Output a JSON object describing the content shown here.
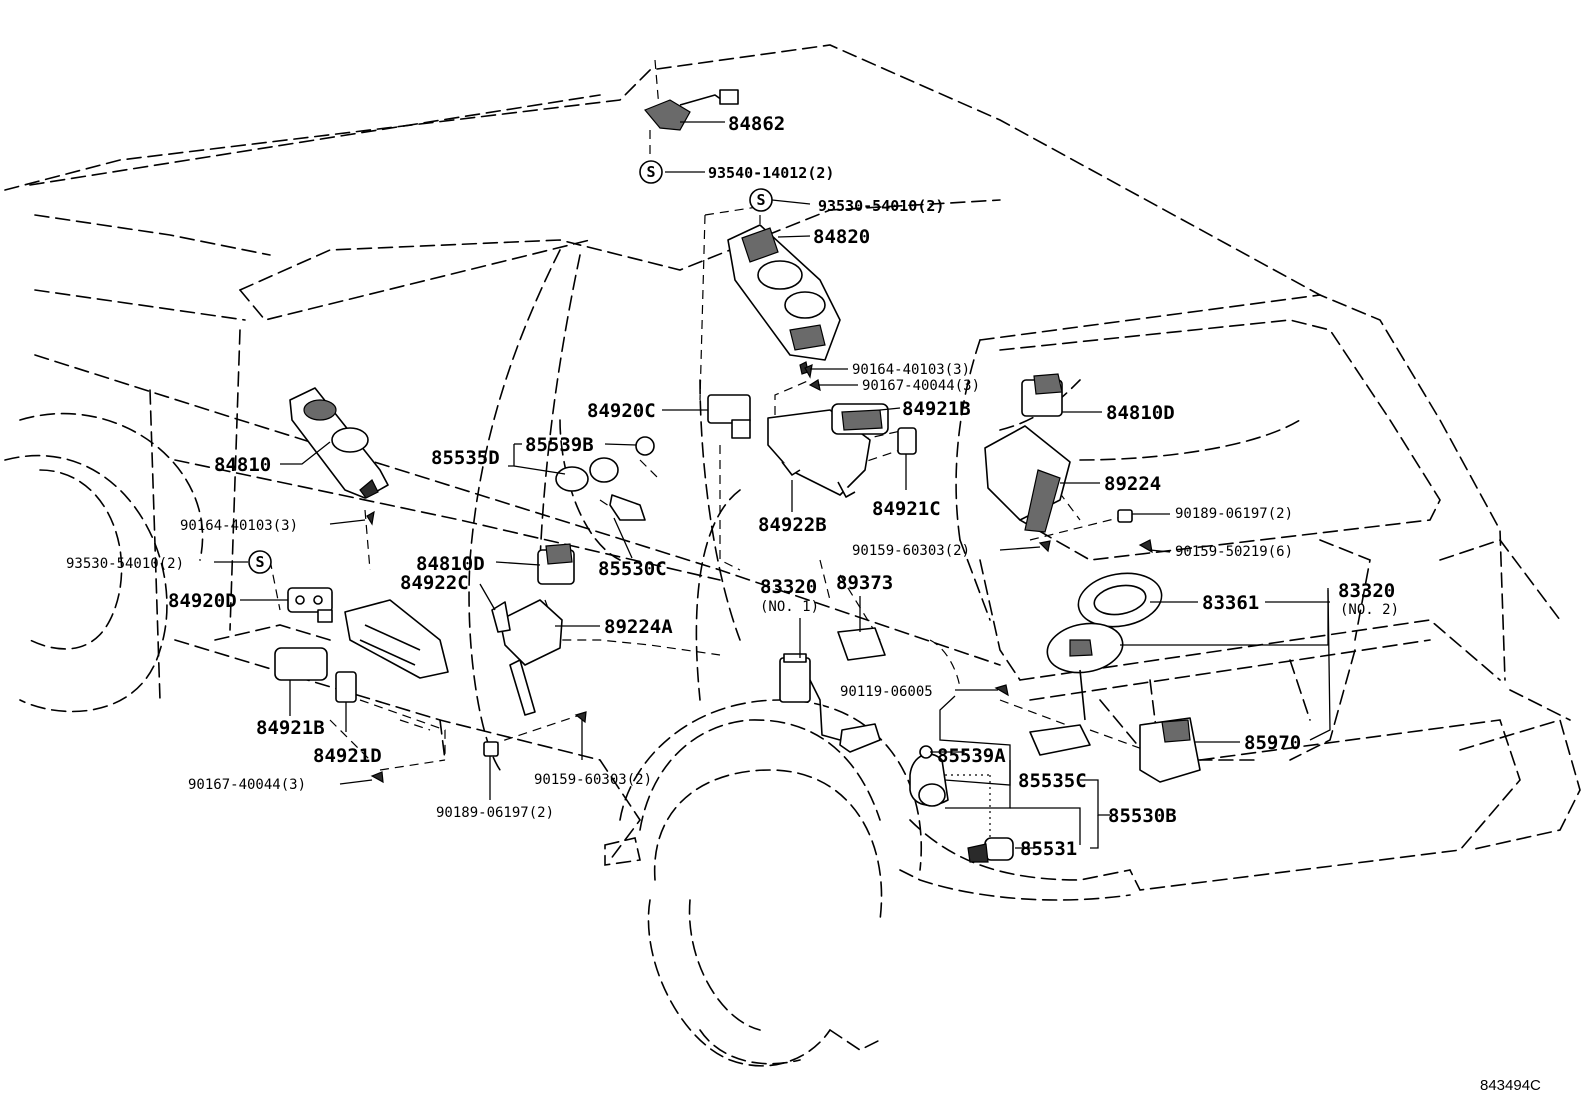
{
  "diagram_id": "843494C",
  "labels": [
    {
      "id": "l84862",
      "text": "84862"
    },
    {
      "id": "l93540",
      "text": "93540-14012(2)"
    },
    {
      "id": "l93530a",
      "text": "93530-54010(2)"
    },
    {
      "id": "l84820",
      "text": "84820"
    },
    {
      "id": "l90164a",
      "text": "90164-40103(3)"
    },
    {
      "id": "l90167a",
      "text": "90167-40044(3)"
    },
    {
      "id": "l84920c",
      "text": "84920C"
    },
    {
      "id": "l84921b_r",
      "text": "84921B"
    },
    {
      "id": "l84810d_r",
      "text": "84810D"
    },
    {
      "id": "l85539b",
      "text": "85539B"
    },
    {
      "id": "l85535d",
      "text": "85535D"
    },
    {
      "id": "l84810",
      "text": "84810"
    },
    {
      "id": "l89224",
      "text": "89224"
    },
    {
      "id": "l84921c",
      "text": "84921C"
    },
    {
      "id": "l84922b",
      "text": "84922B"
    },
    {
      "id": "l90189a",
      "text": "90189-06197(2)"
    },
    {
      "id": "l90164b",
      "text": "90164-40103(3)"
    },
    {
      "id": "l90159a",
      "text": "90159-60303(2)"
    },
    {
      "id": "l90159b",
      "text": "90159-50219(6)"
    },
    {
      "id": "l93530b",
      "text": "93530-54010(2)"
    },
    {
      "id": "l84810d_l",
      "text": "84810D"
    },
    {
      "id": "l85530c",
      "text": "85530C"
    },
    {
      "id": "l84922c",
      "text": "84922C"
    },
    {
      "id": "l83320_1",
      "text": "83320"
    },
    {
      "id": "l83320_1n",
      "text": "(NO. 1)"
    },
    {
      "id": "l89373",
      "text": "89373"
    },
    {
      "id": "l83320_2",
      "text": "83320"
    },
    {
      "id": "l83320_2n",
      "text": "(NO. 2)"
    },
    {
      "id": "l84920d",
      "text": "84920D"
    },
    {
      "id": "l89224a",
      "text": "89224A"
    },
    {
      "id": "l83361",
      "text": "83361"
    },
    {
      "id": "l90119",
      "text": "90119-06005"
    },
    {
      "id": "l85970",
      "text": "85970"
    },
    {
      "id": "l84921b_l",
      "text": "84921B"
    },
    {
      "id": "l84921d",
      "text": "84921D"
    },
    {
      "id": "l85539a",
      "text": "85539A"
    },
    {
      "id": "l85535c",
      "text": "85535C"
    },
    {
      "id": "l90167b",
      "text": "90167-40044(3)"
    },
    {
      "id": "l90159c",
      "text": "90159-60303(2)"
    },
    {
      "id": "l85530b",
      "text": "85530B"
    },
    {
      "id": "l90189b",
      "text": "90189-06197(2)"
    },
    {
      "id": "l85531",
      "text": "85531"
    }
  ],
  "badges": {
    "symbol": "S"
  }
}
